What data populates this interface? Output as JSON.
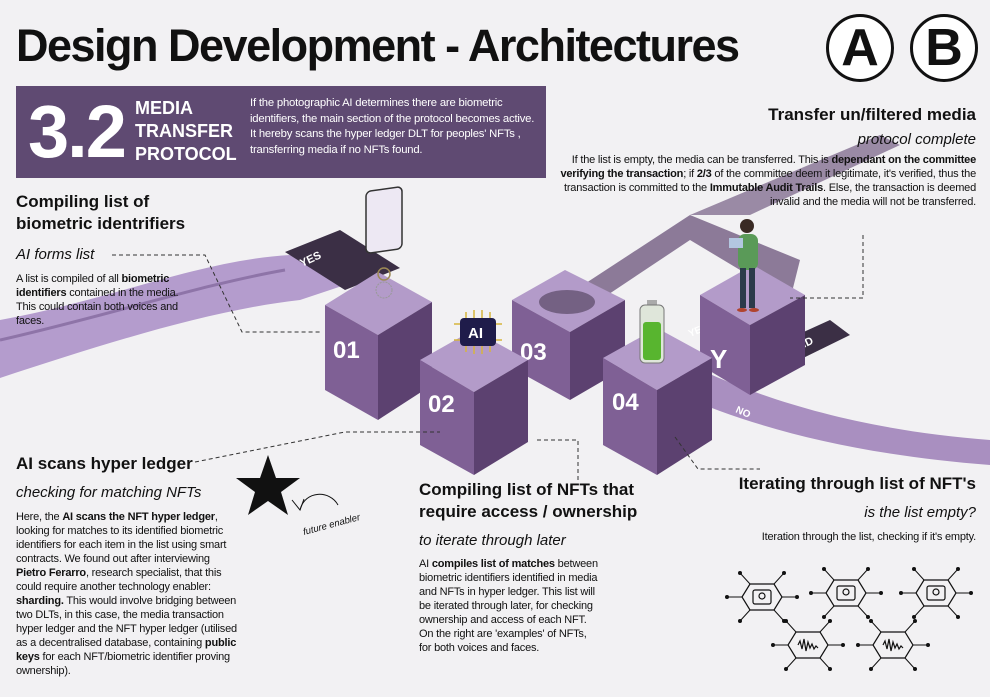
{
  "header": {
    "title": "Design Development - Architectures",
    "badges": [
      "A",
      "B"
    ]
  },
  "banner": {
    "number": "3.2",
    "lines": [
      "MEDIA",
      "TRANSFER",
      "PROTOCOL"
    ],
    "description": "If the photographic AI determines there are biometric identifiers, the main section of the protocol becomes active. It hereby scans the hyper ledger DLT for peoples' NFTs , transferring media if no NFTs found."
  },
  "transfer": {
    "title": "Transfer un/filtered media",
    "subtitle": "protocol complete",
    "body": [
      "If the list is empty, the media can be transferred. This is ",
      "dependant on the committee verifying the transaction",
      "; if ",
      "2/3",
      " of the committee deem it legitimate, it's verified, thus the transaction is committed to the ",
      "Immutable Audit Trails",
      ". Else, the transaction is deemed invalid and the media will not be transferred."
    ]
  },
  "compiling": {
    "title": "Compiling list of biometric identrifiers",
    "subtitle": "AI forms list",
    "body": [
      "A list is compiled of all ",
      "biometric identifiers",
      " contained in the media. This could contain both voices and faces."
    ]
  },
  "scans": {
    "title": "AI scans hyper ledger",
    "subtitle": "checking for matching NFTs",
    "body": [
      "Here, the ",
      "AI scans the NFT hyper ledger",
      ", looking for matches to its identified biometric identifiers for each item in the list using smart contracts. We found out after interviewing ",
      "Pietro Ferarro",
      ", research specialist, that this could require another technology enabler: ",
      "sharding.",
      " This would involve bridging between two DLTs, in this case, the media transaction hyper ledger and the NFT hyper ledger (utilised as a decentralised database, containing ",
      "public keys",
      " for each NFT/biometric identifier proving ownership)."
    ],
    "note": "future enabler"
  },
  "nfts": {
    "title": "Compiling list of NFTs that require access / ownership",
    "subtitle": "to iterate through later",
    "body": [
      "AI ",
      "compiles list of matches",
      " between biometric identifiers identified in media and NFTs in hyper ledger.  This list will be iterated through later, for checking ownership and access of each NFT. On the right are 'examples' of NFTs, for both voices and faces."
    ]
  },
  "iterating": {
    "title": "Iterating through list of NFT's",
    "subtitle": "is the list empty?",
    "body": "Iteration through the list, checking if it's empty."
  },
  "diagram": {
    "cubes": [
      "01",
      "02",
      "03",
      "04",
      "Y"
    ],
    "path_labels": {
      "yes1": "YES",
      "yes2": "YES",
      "no": "NO",
      "end": "END"
    },
    "ai_chip": "AI"
  },
  "colors": {
    "banner": "#5f4a72",
    "cube_top": "#b39bc9",
    "cube_left": "#7f6095",
    "cube_right": "#5c4170",
    "path": "#a98fc0",
    "path_dark": "#6f5a80"
  }
}
